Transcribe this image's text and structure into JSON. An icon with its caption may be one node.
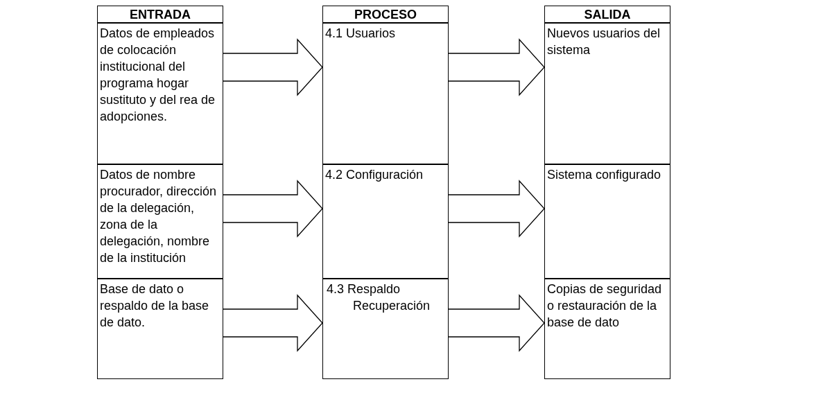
{
  "diagram": {
    "nodes": [
      {
        "text": [
          "ENTRADA"
        ]
      },
      {
        "text": [
          "PROCESO"
        ]
      },
      {
        "text": [
          "SALIDA"
        ]
      },
      {
        "text": [
          "Datos de empleados de colocación institucional del programa hogar sustituto y del rea de adopciones."
        ]
      },
      {
        "text": [
          "4.1 Usuarios"
        ]
      },
      {
        "text": [
          "Nuevos usuarios del sistema"
        ]
      },
      {
        "text": [
          "Datos de nombre procurador, dirección de la delegación, zona de la delegación, nombre de la institución"
        ]
      },
      {
        "text": [
          "4.2 Configuración"
        ]
      },
      {
        "text": [
          "Sistema configurado"
        ]
      },
      {
        "text": [
          "Base de dato o respaldo de la base de dato."
        ]
      },
      {
        "text": [
          "4.3 Respaldo Recuperación"
        ]
      },
      {
        "text": [
          "Copias de seguridad o restauración de la base de dato"
        ]
      }
    ],
    "edges": [
      {
        "from": 3,
        "to": 4,
        "arrow": "to"
      },
      {
        "from": 4,
        "to": 5,
        "arrow": "to"
      },
      {
        "from": 6,
        "to": 7,
        "arrow": "to"
      },
      {
        "from": 7,
        "to": 8,
        "arrow": "to"
      },
      {
        "from": 9,
        "to": 10,
        "arrow": "to"
      },
      {
        "from": 10,
        "to": 11,
        "arrow": "to"
      }
    ]
  }
}
